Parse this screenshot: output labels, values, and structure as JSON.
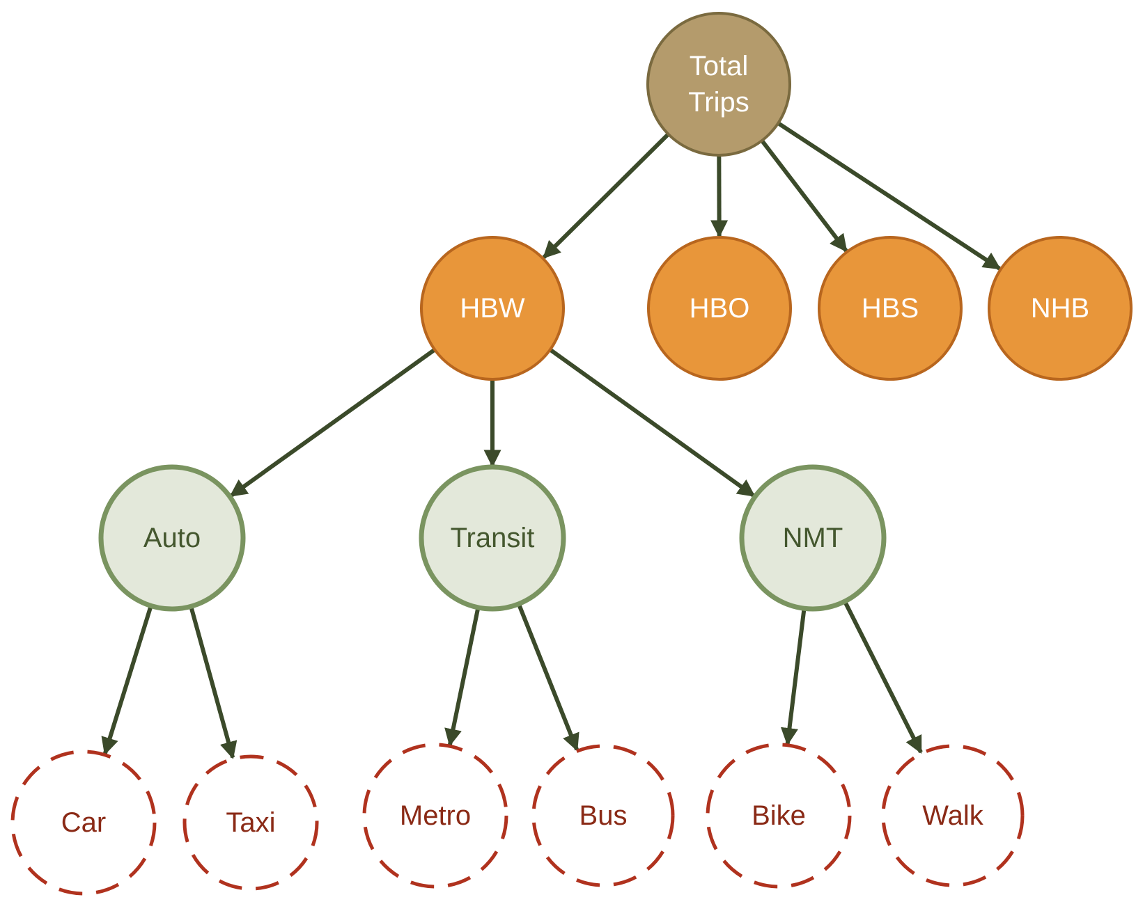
{
  "colors": {
    "root_fill": "#b49b6c",
    "root_stroke": "#7a6a3f",
    "root_text": "#ffffff",
    "purpose_fill": "#e8963a",
    "purpose_stroke": "#b8661e",
    "purpose_text": "#ffffff",
    "mode_fill": "#e3e8da",
    "mode_stroke": "#7a9460",
    "mode_text": "#44572e",
    "submode_fill": "#ffffff",
    "submode_stroke": "#b0321e",
    "submode_text": "#8a2a16",
    "edge": "#3b4a2a"
  },
  "nodes": [
    {
      "id": "total",
      "level": "root",
      "lines": [
        "Total",
        "Trips"
      ]
    },
    {
      "id": "hbw",
      "level": "purpose",
      "lines": [
        "HBW"
      ]
    },
    {
      "id": "hbo",
      "level": "purpose",
      "lines": [
        "HBO"
      ]
    },
    {
      "id": "hbs",
      "level": "purpose",
      "lines": [
        "HBS"
      ]
    },
    {
      "id": "nhb",
      "level": "purpose",
      "lines": [
        "NHB"
      ]
    },
    {
      "id": "auto",
      "level": "mode",
      "lines": [
        "Auto"
      ]
    },
    {
      "id": "transit",
      "level": "mode",
      "lines": [
        "Transit"
      ]
    },
    {
      "id": "nmt",
      "level": "mode",
      "lines": [
        "NMT"
      ]
    },
    {
      "id": "car",
      "level": "submode",
      "lines": [
        "Car"
      ]
    },
    {
      "id": "taxi",
      "level": "submode",
      "lines": [
        "Taxi"
      ]
    },
    {
      "id": "metro",
      "level": "submode",
      "lines": [
        "Metro"
      ]
    },
    {
      "id": "bus",
      "level": "submode",
      "lines": [
        "Bus"
      ]
    },
    {
      "id": "bike",
      "level": "submode",
      "lines": [
        "Bike"
      ]
    },
    {
      "id": "walk",
      "level": "submode",
      "lines": [
        "Walk"
      ]
    }
  ],
  "edges": [
    {
      "from": "total",
      "to": "hbw"
    },
    {
      "from": "total",
      "to": "hbo"
    },
    {
      "from": "total",
      "to": "hbs"
    },
    {
      "from": "total",
      "to": "nhb"
    },
    {
      "from": "hbw",
      "to": "auto"
    },
    {
      "from": "hbw",
      "to": "transit"
    },
    {
      "from": "hbw",
      "to": "nmt"
    },
    {
      "from": "auto",
      "to": "car"
    },
    {
      "from": "auto",
      "to": "taxi"
    },
    {
      "from": "transit",
      "to": "metro"
    },
    {
      "from": "transit",
      "to": "bus"
    },
    {
      "from": "nmt",
      "to": "bike"
    },
    {
      "from": "nmt",
      "to": "walk"
    }
  ]
}
